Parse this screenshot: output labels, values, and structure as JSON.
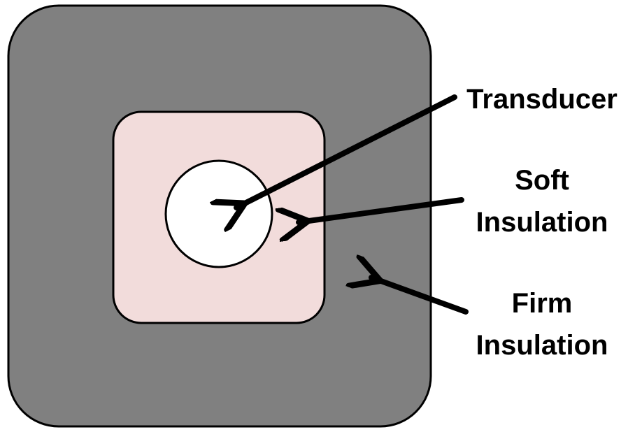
{
  "colors": {
    "firm_insulation": "#808080",
    "soft_insulation": "#f2dcdb",
    "transducer": "#ffffff",
    "outline": "#000000",
    "arrow": "#000000"
  },
  "labels": {
    "transducer": "Transducer",
    "soft_insulation_line1": "Soft",
    "soft_insulation_line2": "Insulation",
    "firm_insulation_line1": "Firm",
    "firm_insulation_line2": "Insulation"
  }
}
